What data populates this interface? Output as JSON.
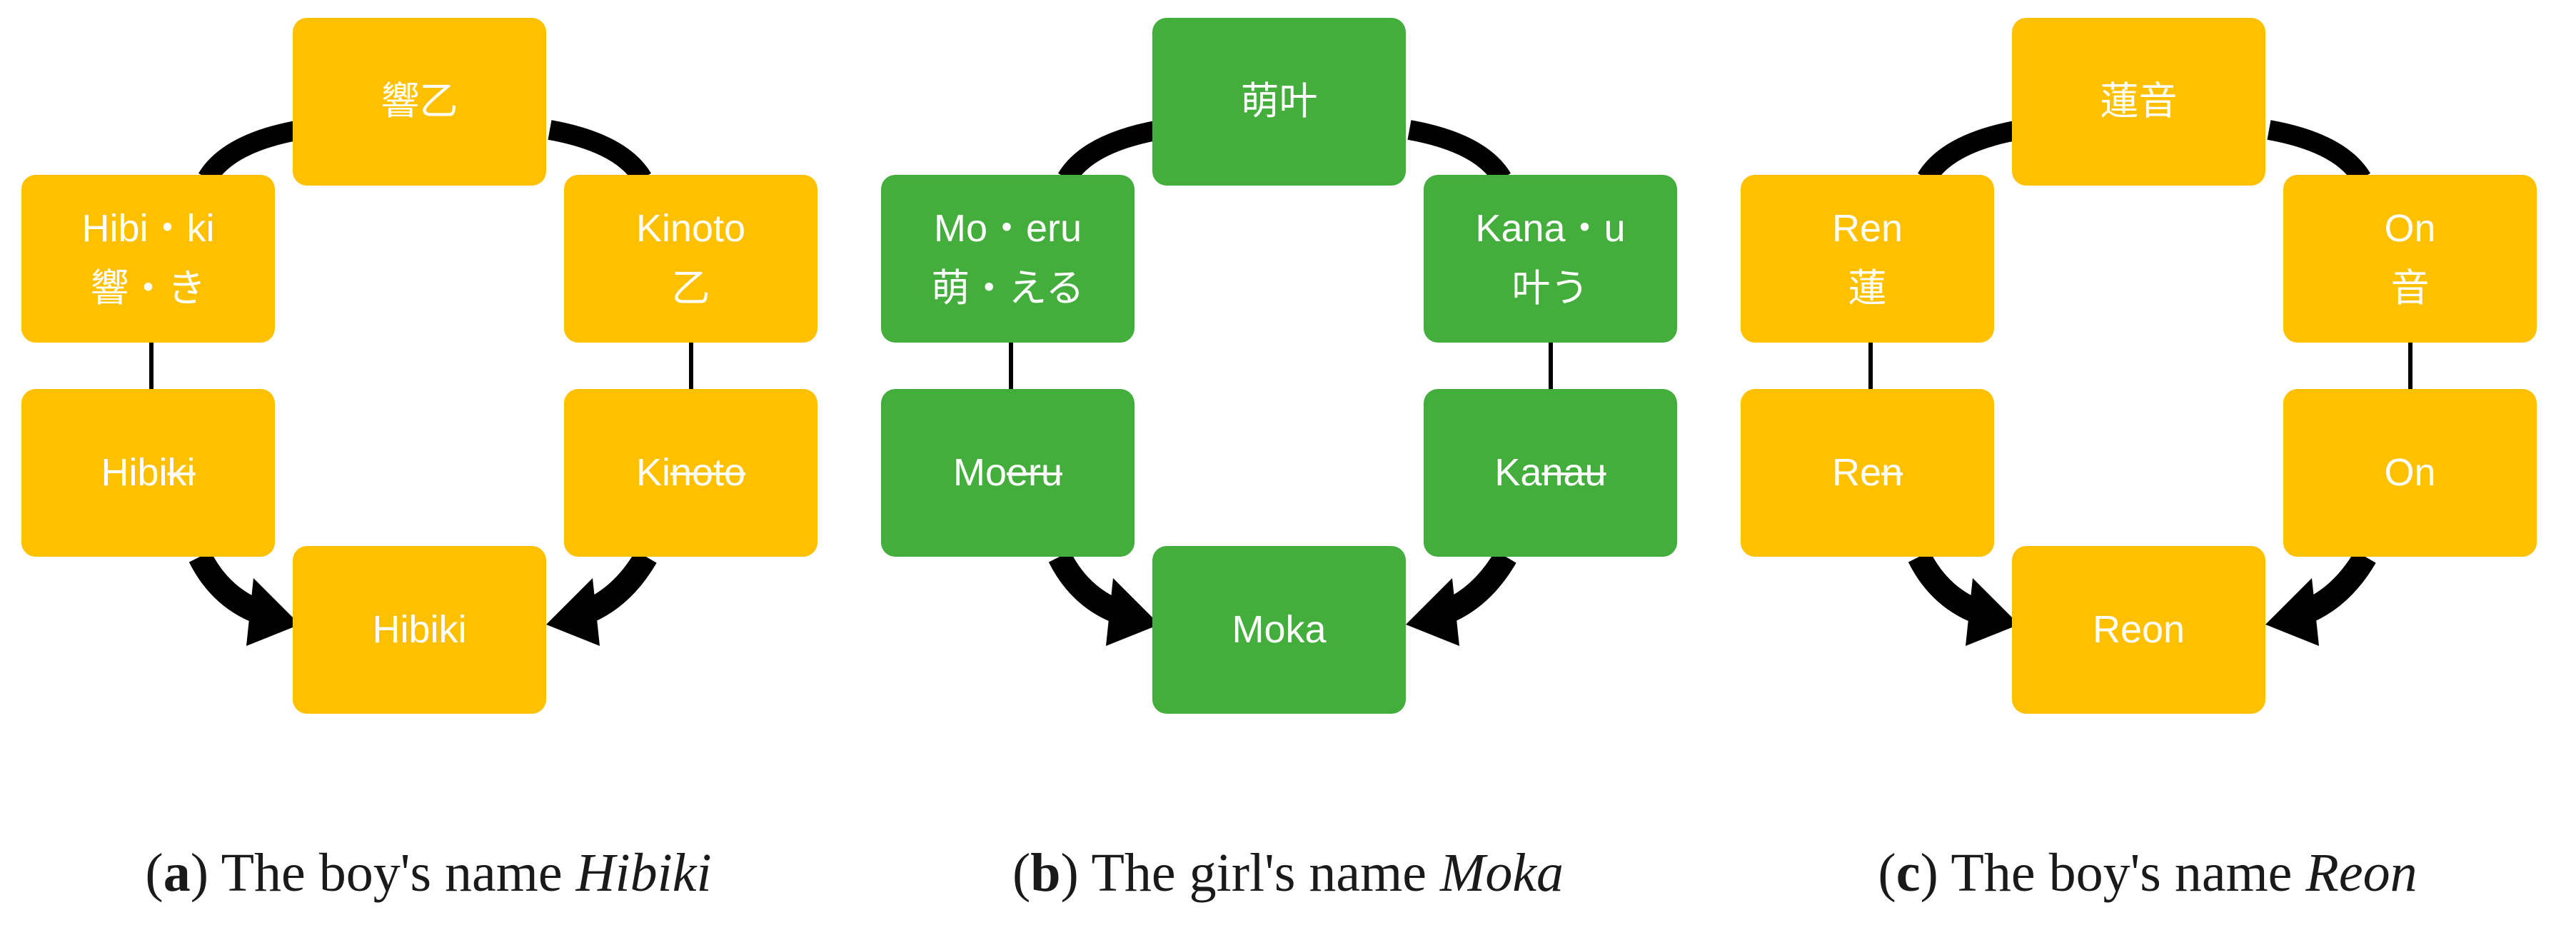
{
  "colors": {
    "orange": "#FFC000",
    "green": "#44AE3C",
    "arrow": "#000000",
    "caption_text": "#1a1a1a"
  },
  "panels": [
    {
      "id": "a",
      "box_color": "#FFC000",
      "top": "響乙",
      "left_reading_1": "Hibi・ki",
      "left_reading_2": "響・き",
      "right_reading_1": "Kinoto",
      "right_reading_2": "乙",
      "left_kept": "Hibi",
      "left_dropped": "ki",
      "right_kept": "Ki",
      "right_dropped": "noto",
      "result": "Hibiki",
      "caption_letter": "a",
      "caption_text": "The boy's name",
      "caption_name": "Hibiki"
    },
    {
      "id": "b",
      "box_color": "#44AE3C",
      "top": "萌叶",
      "left_reading_1": "Mo・eru",
      "left_reading_2": "萌・える",
      "right_reading_1": "Kana・u",
      "right_reading_2": "叶う",
      "left_kept": "Mo",
      "left_dropped": "eru",
      "right_kept": "Ka",
      "right_dropped": "nau",
      "result": "Moka",
      "caption_letter": "b",
      "caption_text": "The girl's name",
      "caption_name": "Moka"
    },
    {
      "id": "c",
      "box_color": "#FFC000",
      "top": "蓮音",
      "left_reading_1": "Ren",
      "left_reading_2": "蓮",
      "right_reading_1": "On",
      "right_reading_2": "音",
      "left_kept": "Re",
      "left_dropped": "n",
      "right_kept": "On",
      "right_dropped": "",
      "result": "Reon",
      "caption_letter": "c",
      "caption_text": "The boy's name",
      "caption_name": "Reon"
    }
  ]
}
